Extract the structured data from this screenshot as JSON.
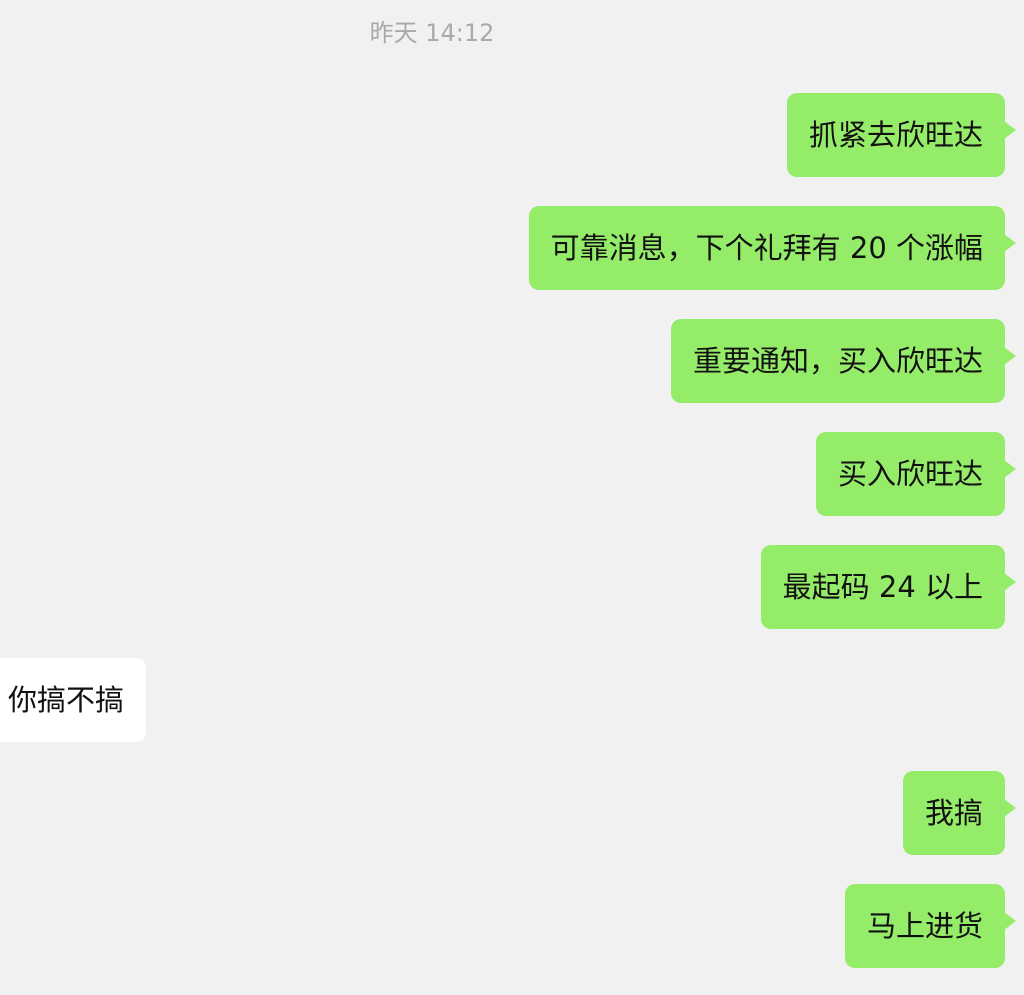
{
  "timestamp": "昨天 14:12",
  "messages": [
    {
      "side": "out",
      "text": "抓紧去欣旺达"
    },
    {
      "side": "out",
      "text": "可靠消息，下个礼拜有 20 个涨幅"
    },
    {
      "side": "out",
      "text": "重要通知，买入欣旺达"
    },
    {
      "side": "out",
      "text": "买入欣旺达"
    },
    {
      "side": "out",
      "text": "最起码 24 以上"
    },
    {
      "side": "in",
      "text": "你搞不搞"
    },
    {
      "side": "out",
      "text": "我搞"
    },
    {
      "side": "out",
      "text": "马上进货"
    }
  ],
  "colors": {
    "outgoing_bubble": "#95ec69",
    "incoming_bubble": "#ffffff",
    "background": "#f1f1f1",
    "timestamp_text": "#a9a9a9"
  }
}
